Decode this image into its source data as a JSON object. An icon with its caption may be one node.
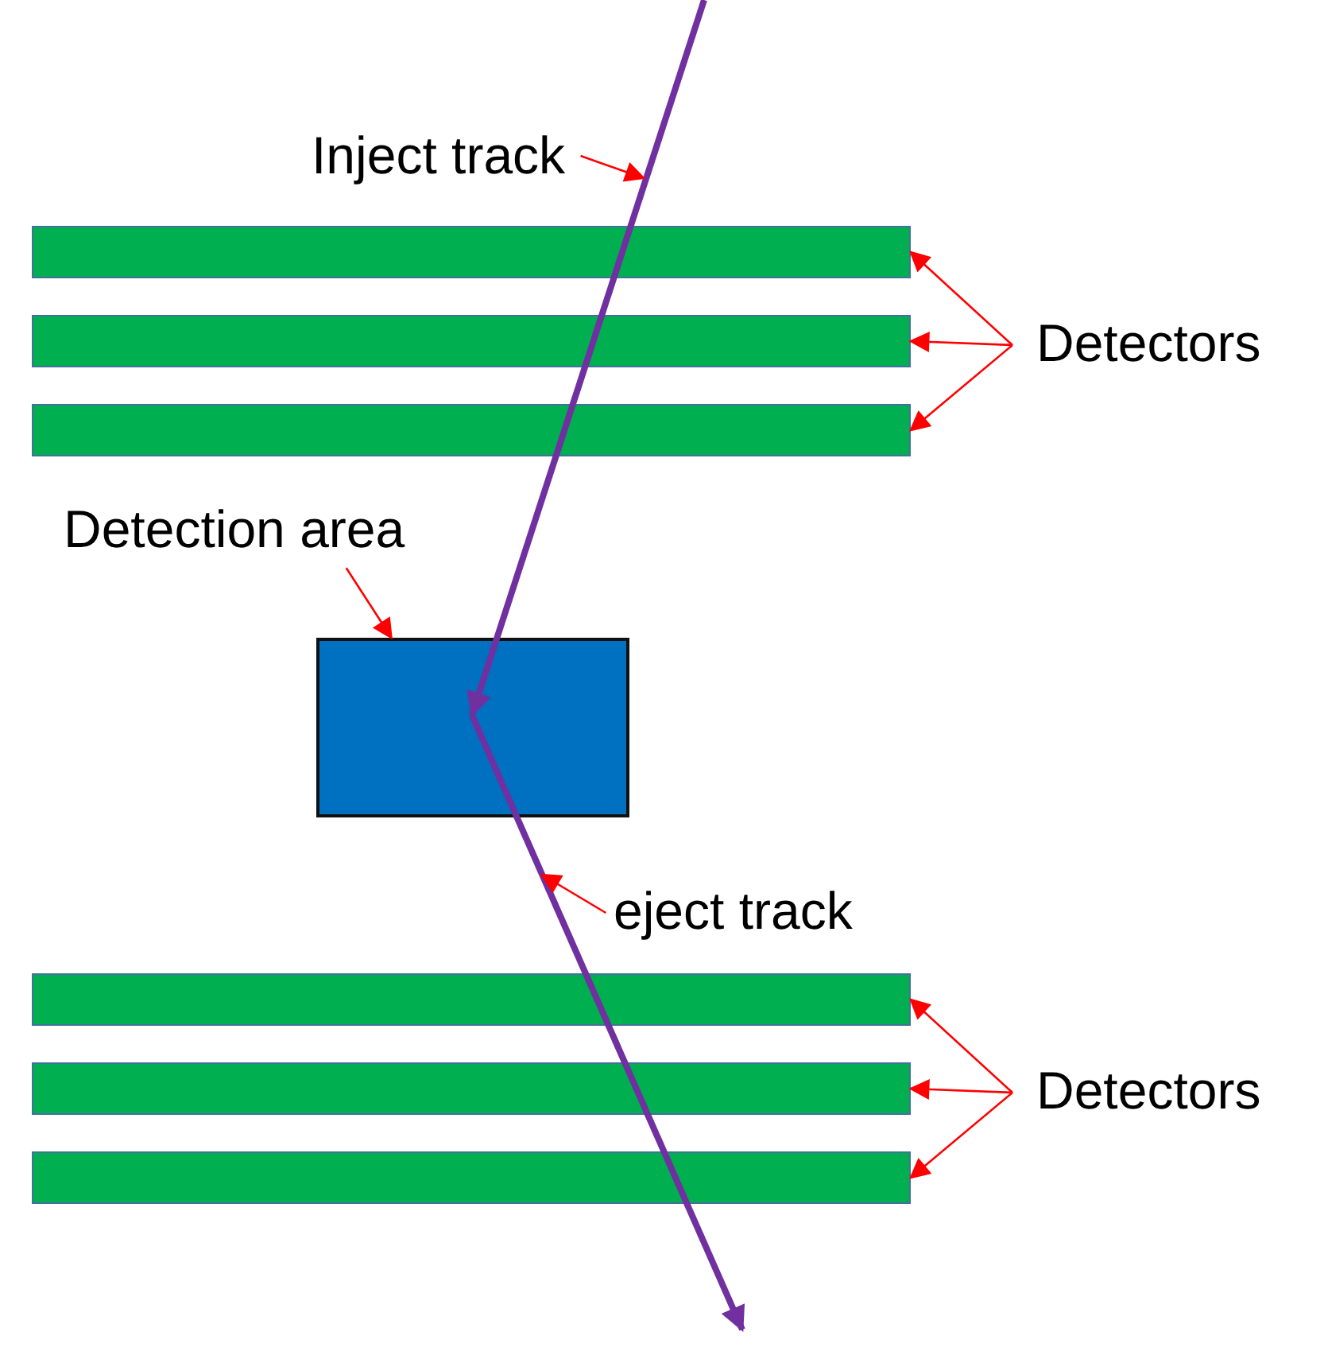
{
  "diagram": {
    "nodes": [
      {
        "text": [
          "Inject track"
        ]
      },
      {
        "text": [],
        "shape": "bar"
      },
      {
        "text": [],
        "shape": "bar"
      },
      {
        "text": [],
        "shape": "bar"
      },
      {
        "text": [
          "Detectors"
        ]
      },
      {
        "text": [
          "Detection area"
        ]
      },
      {
        "text": [],
        "shape": "box"
      },
      {
        "text": [
          "eject track"
        ]
      },
      {
        "text": [],
        "shape": "bar"
      },
      {
        "text": [],
        "shape": "bar"
      },
      {
        "text": [],
        "shape": "bar"
      },
      {
        "text": [
          "Detectors"
        ]
      }
    ],
    "edges": [
      {
        "from": null,
        "to": 6,
        "arrow": "to",
        "style": "thick",
        "color": "#7030a0"
      },
      {
        "from": 6,
        "to": null,
        "arrow": "to",
        "style": "thick",
        "color": "#7030a0"
      },
      {
        "from": 0,
        "to": null,
        "arrow": "to"
      },
      {
        "from": 4,
        "to": 1,
        "arrow": "to"
      },
      {
        "from": 4,
        "to": 2,
        "arrow": "to"
      },
      {
        "from": 4,
        "to": 3,
        "arrow": "to"
      },
      {
        "from": 5,
        "to": 6,
        "arrow": "to"
      },
      {
        "from": 7,
        "to": null,
        "arrow": "to"
      },
      {
        "from": 11,
        "to": 8,
        "arrow": "to"
      },
      {
        "from": 11,
        "to": 9,
        "arrow": "to"
      },
      {
        "from": 11,
        "to": 10,
        "arrow": "to"
      }
    ]
  }
}
